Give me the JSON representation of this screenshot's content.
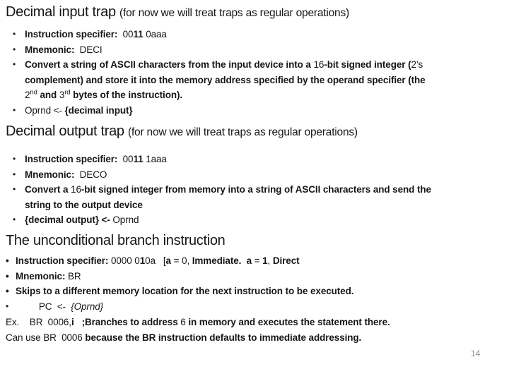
{
  "slide": {
    "page_number": "14"
  },
  "sections": [
    {
      "id": "decimal-input-trap",
      "title": "Decimal input trap ",
      "subtitle": "(for now we will treat traps as regular operations)",
      "bullets": [
        {
          "runs": [
            {
              "t": "Instruction specifier:  ",
              "b": true
            },
            {
              "t": "00"
            },
            {
              "t": "11",
              "b": true
            },
            {
              "t": " 0aaa"
            }
          ]
        },
        {
          "runs": [
            {
              "t": "Mnemonic:  ",
              "b": true
            },
            {
              "t": "DECI"
            }
          ]
        },
        {
          "runs": [
            {
              "t": "Convert a string of ASCII characters from the input device into a ",
              "b": true
            },
            {
              "t": "16"
            },
            {
              "t": "-bit signed integer (",
              "b": true
            },
            {
              "t": "2"
            },
            {
              "t": "’s"
            },
            {
              "br": true
            },
            {
              "t": "complement) and store it into the memory address specified by the operand specifier (the",
              "b": true
            },
            {
              "br": true
            },
            {
              "t": "2"
            },
            {
              "t": "nd",
              "sup": true
            },
            {
              "t": " and ",
              "b": true
            },
            {
              "t": "3"
            },
            {
              "t": "rd",
              "sup": true
            },
            {
              "t": " bytes of the instruction).",
              "b": true
            }
          ]
        },
        {
          "runs": [
            {
              "t": "Oprnd <- "
            },
            {
              "t": "{decimal input}",
              "b": true
            }
          ]
        }
      ]
    },
    {
      "id": "decimal-output-trap",
      "title": "Decimal output trap ",
      "subtitle": "(for now we will treat traps as regular operations)",
      "bullets": [
        {
          "runs": [
            {
              "t": "Instruction specifier:  ",
              "b": true
            },
            {
              "t": "00"
            },
            {
              "t": "11",
              "b": true
            },
            {
              "t": " 1aaa"
            }
          ]
        },
        {
          "runs": [
            {
              "t": "Mnemonic:  ",
              "b": true
            },
            {
              "t": "DECO"
            }
          ]
        },
        {
          "runs": [
            {
              "t": "Convert a ",
              "b": true
            },
            {
              "t": "16"
            },
            {
              "t": "-bit signed integer from memory into a string of ASCII characters and send the",
              "b": true
            },
            {
              "br": true
            },
            {
              "t": "string to the output device",
              "b": true
            }
          ]
        },
        {
          "runs": [
            {
              "t": "{decimal output} <- ",
              "b": true
            },
            {
              "t": "Oprnd"
            }
          ]
        }
      ]
    },
    {
      "id": "unconditional-branch",
      "title": "The unconditional branch instruction",
      "subtitle": "",
      "bullets": [
        {
          "runs": [
            {
              "t": "Instruction specifier: ",
              "b": true
            },
            {
              "t": "0000 0"
            },
            {
              "t": "1",
              "b": true
            },
            {
              "t": "0a   ["
            },
            {
              "t": "a",
              "b": true
            },
            {
              "t": " = 0, "
            },
            {
              "t": "Immediate.",
              "b": true
            },
            {
              "t": "  "
            },
            {
              "t": "a",
              "b": true
            },
            {
              "t": " = "
            },
            {
              "t": "1",
              "b": true
            },
            {
              "t": ", "
            },
            {
              "t": "Direct",
              "b": true
            }
          ]
        },
        {
          "runs": [
            {
              "t": "Mnemonic: ",
              "b": true
            },
            {
              "t": "BR"
            }
          ]
        },
        {
          "runs": [
            {
              "t": "Skips to a different memory location for the next instruction to be executed.",
              "b": true
            }
          ]
        },
        {
          "runs": [
            {
              "t": "         PC  <-  "
            },
            {
              "t": "{Oprnd}",
              "i": true
            }
          ]
        }
      ]
    }
  ],
  "footer": {
    "lines": [
      {
        "runs": [
          {
            "t": "Ex.    BR  0006,"
          },
          {
            "t": "i",
            "b": true
          },
          {
            "t": "   "
          },
          {
            "t": ";Branches to address ",
            "b": true
          },
          {
            "t": "6"
          },
          {
            "t": " in memory and executes the statement there.",
            "b": true
          }
        ]
      },
      {
        "runs": [
          {
            "t": "Can use BR  0006 "
          },
          {
            "t": "because the BR instruction defaults to immediate addressing.",
            "b": true
          }
        ]
      }
    ]
  }
}
